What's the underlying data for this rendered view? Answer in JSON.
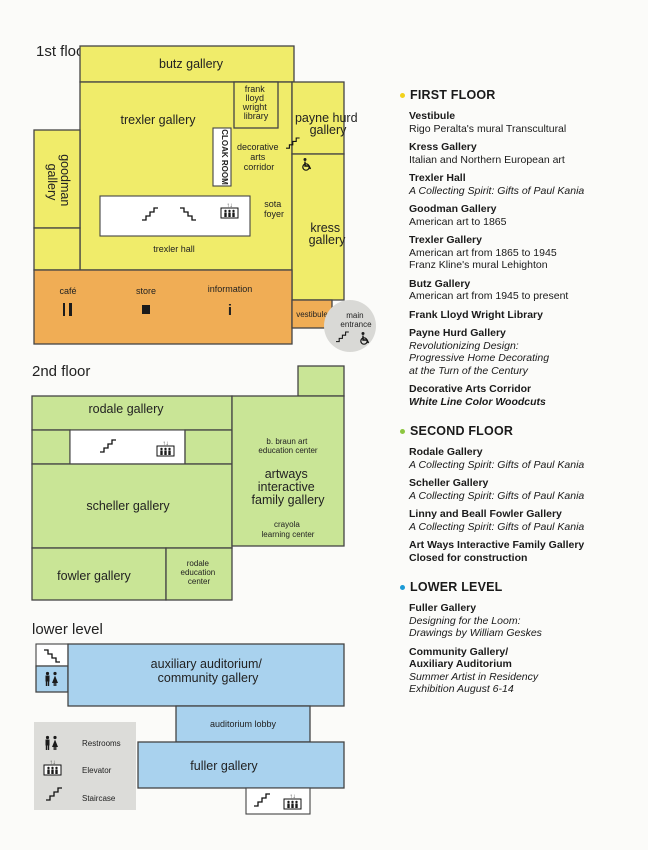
{
  "floors": {
    "first": "1st floor",
    "second": "2nd floor",
    "lower": "lower level"
  },
  "first_map": {
    "butz": "butz gallery",
    "trexler_gallery": "trexler gallery",
    "flw": [
      "frank",
      "lloyd",
      "wright",
      "library"
    ],
    "payne": [
      "payne hurd",
      "gallery"
    ],
    "goodman": [
      "goodman",
      "gallery"
    ],
    "cloak": "CLOAK ROOM",
    "corridor": [
      "decorative",
      "arts",
      "corridor"
    ],
    "sota": [
      "sota",
      "foyer"
    ],
    "kress": [
      "kress",
      "gallery"
    ],
    "trexler_hall": "trexler hall",
    "cafe": "café",
    "store": "store",
    "information": "information",
    "vestibule": "vestibule",
    "main_entrance": [
      "main",
      "entrance"
    ]
  },
  "second_map": {
    "rodale": "rodale gallery",
    "scheller": "scheller gallery",
    "braun": [
      "b. braun art",
      "education center"
    ],
    "artways": [
      "artways",
      "interactive",
      "family gallery"
    ],
    "crayola": [
      "crayola",
      "learning center"
    ],
    "fowler": "fowler gallery",
    "rodale_edu": [
      "rodale",
      "education",
      "center"
    ]
  },
  "lower_map": {
    "aux": [
      "auxiliary auditorium/",
      "community gallery"
    ],
    "lobby": "auditorium lobby",
    "fuller": "fuller gallery"
  },
  "map_legend": {
    "restrooms": "Restrooms",
    "elevator": "Elevator",
    "staircase": "Staircase"
  },
  "legend": {
    "first_title": "FIRST FLOOR",
    "first_entries": [
      {
        "title": "Vestibule",
        "lines": [
          {
            "text": "Rigo Peralta's mural Transcultural",
            "style": "plain"
          }
        ]
      },
      {
        "title": "Kress Gallery",
        "lines": [
          {
            "text": "Italian and Northern European art",
            "style": "plain"
          }
        ]
      },
      {
        "title": "Trexler Hall",
        "lines": [
          {
            "text": "A Collecting Spirit: Gifts of Paul Kania",
            "style": "italic"
          }
        ]
      },
      {
        "title": "Goodman Gallery",
        "lines": [
          {
            "text": "American art to 1865",
            "style": "plain"
          }
        ]
      },
      {
        "title": "Trexler Gallery",
        "lines": [
          {
            "text": "American art from 1865 to 1945",
            "style": "plain"
          },
          {
            "text": "Franz Kline's mural Lehighton",
            "style": "plain"
          }
        ]
      },
      {
        "title": "Butz Gallery",
        "lines": [
          {
            "text": "American art from 1945 to present",
            "style": "plain"
          }
        ]
      },
      {
        "title": "Frank Lloyd Wright Library",
        "lines": []
      },
      {
        "title": "Payne Hurd Gallery",
        "lines": [
          {
            "text": "Revolutionizing Design:",
            "style": "italic"
          },
          {
            "text": "Progressive Home Decorating",
            "style": "italic"
          },
          {
            "text": "at the Turn of the Century",
            "style": "italic"
          }
        ]
      },
      {
        "title": "Decorative Arts Corridor",
        "lines": [
          {
            "text": "White Line Color Woodcuts",
            "style": "bolditalic"
          }
        ]
      }
    ],
    "second_title": "SECOND FLOOR",
    "second_entries": [
      {
        "title": "Rodale Gallery",
        "lines": [
          {
            "text": "A Collecting Spirit: Gifts of Paul Kania",
            "style": "italic"
          }
        ]
      },
      {
        "title": "Scheller Gallery",
        "lines": [
          {
            "text": "A Collecting Spirit: Gifts of Paul Kania",
            "style": "italic"
          }
        ]
      },
      {
        "title": "Linny and Beall Fowler Gallery",
        "lines": [
          {
            "text": "A Collecting Spirit: Gifts of Paul Kania",
            "style": "italic"
          }
        ]
      },
      {
        "title": "Art Ways Interactive Family Gallery",
        "lines": [
          {
            "text": "Closed for construction",
            "style": "bold"
          }
        ]
      }
    ],
    "lower_title": "LOWER LEVEL",
    "lower_entries": [
      {
        "title": "Fuller Gallery",
        "lines": [
          {
            "text": "Designing for the Loom:",
            "style": "italic"
          },
          {
            "text": "Drawings by William Geskes",
            "style": "italic"
          }
        ]
      },
      {
        "title": "Community Gallery/",
        "lines": [
          {
            "text": "Auxiliary Auditorium",
            "style": "bold"
          },
          {
            "text": "Summer Artist in Residency",
            "style": "italic"
          },
          {
            "text": "Exhibition August 6-14",
            "style": "italic"
          }
        ]
      }
    ],
    "colors": {
      "first": "#f2d21b",
      "second": "#8cc63f",
      "lower": "#1c9ad6"
    }
  }
}
